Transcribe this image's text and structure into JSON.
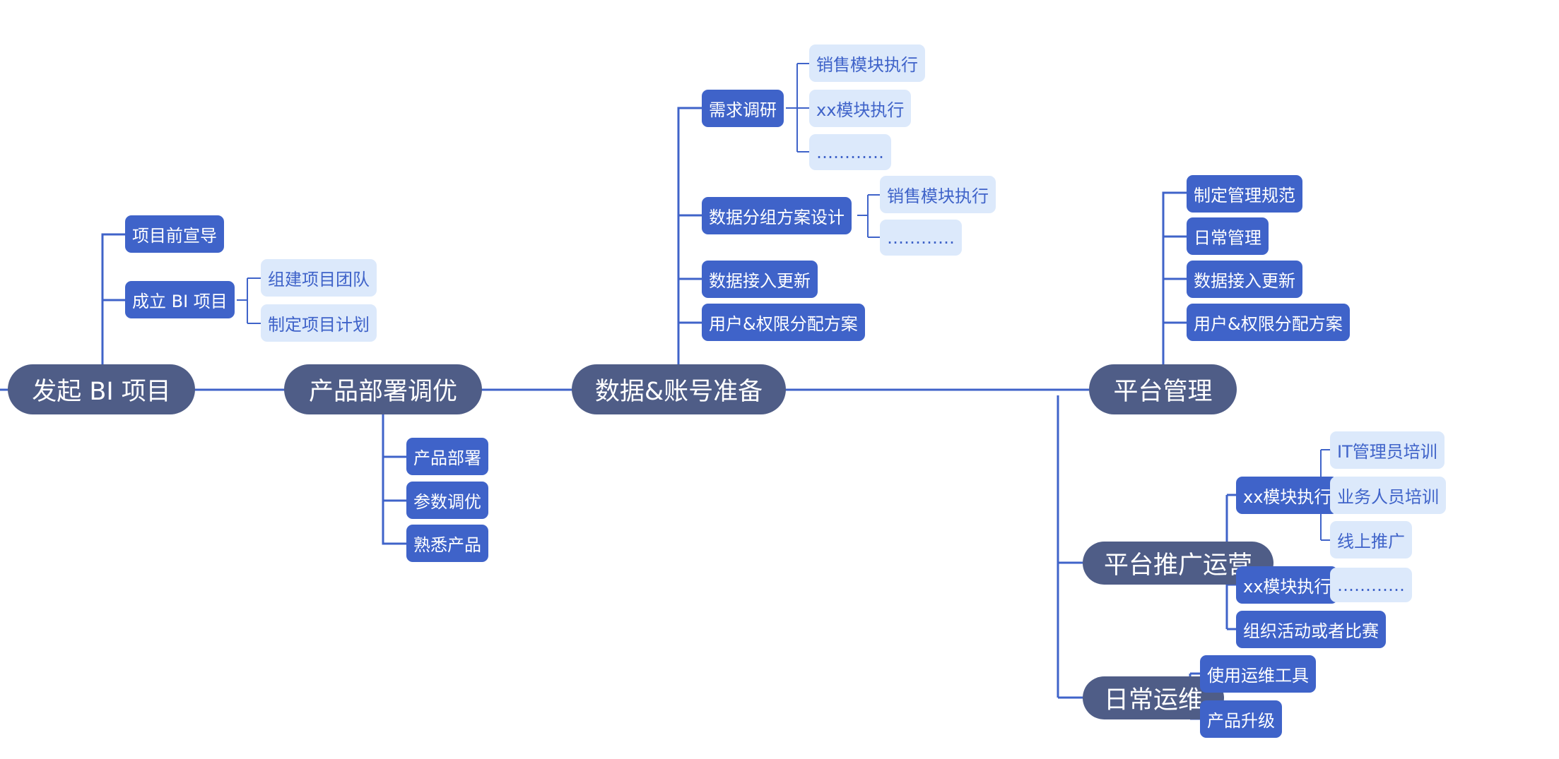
{
  "roots": {
    "start": "发起 BI 项目",
    "deploy": "产品部署调优",
    "data": "数据&账号准备",
    "platform": "平台管理",
    "promo": "平台推广运营",
    "ops": "日常运维"
  },
  "start_children": {
    "preheat": "项目前宣导",
    "setup": "成立 BI 项目",
    "setup_children": [
      "组建项目团队",
      "制定项目计划"
    ]
  },
  "deploy_children": [
    "产品部署",
    "参数调优",
    "熟悉产品"
  ],
  "data_children": {
    "research": "需求调研",
    "research_children": [
      "销售模块执行",
      "xx模块执行",
      "…………"
    ],
    "grouping": "数据分组方案设计",
    "grouping_children": [
      "销售模块执行",
      "…………"
    ],
    "ingest": "数据接入更新",
    "perm": "用户&权限分配方案"
  },
  "platform_children": [
    "制定管理规范",
    "日常管理",
    "数据接入更新",
    "用户&权限分配方案"
  ],
  "promo_children": {
    "module1": "xx模块执行",
    "module1_children": [
      "IT管理员培训",
      "业务人员培训",
      "线上推广"
    ],
    "module2": "xx模块执行",
    "module2_children": [
      "…………"
    ],
    "events": "组织活动或者比赛"
  },
  "ops_children": [
    "使用运维工具",
    "产品升级"
  ],
  "colors": {
    "root": "#4F5D87",
    "node": "#3F63C9",
    "leaf": "#DCE9FB",
    "line": "#3F63C9"
  }
}
